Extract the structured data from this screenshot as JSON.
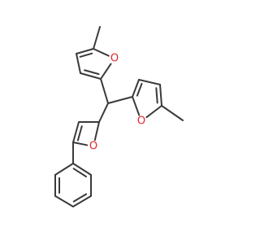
{
  "structure": {
    "bond_color": "#3a3a3a",
    "oxygen_color": "#e8232a",
    "atoms": [
      {
        "element": "C",
        "label": ""
      },
      {
        "element": "C",
        "label": ""
      },
      {
        "element": "C",
        "label": ""
      },
      {
        "element": "C",
        "label": ""
      },
      {
        "element": "O",
        "label": "O"
      },
      {
        "element": "C",
        "label": ""
      },
      {
        "element": "C",
        "label": ""
      },
      {
        "element": "C",
        "label": ""
      },
      {
        "element": "C",
        "label": ""
      },
      {
        "element": "C",
        "label": ""
      },
      {
        "element": "O",
        "label": "O"
      },
      {
        "element": "C",
        "label": ""
      },
      {
        "element": "C",
        "label": ""
      },
      {
        "element": "C",
        "label": ""
      },
      {
        "element": "C",
        "label": ""
      },
      {
        "element": "O",
        "label": "O"
      },
      {
        "element": "C",
        "label": ""
      },
      {
        "element": "C",
        "label": ""
      },
      {
        "element": "C",
        "label": ""
      },
      {
        "element": "C",
        "label": ""
      },
      {
        "element": "C",
        "label": ""
      },
      {
        "element": "C",
        "label": ""
      },
      {
        "element": "C",
        "label": ""
      }
    ],
    "bonds": [
      {
        "a": 0,
        "b": 1,
        "order": 1
      },
      {
        "a": 1,
        "b": 2,
        "order": 1
      },
      {
        "a": 2,
        "b": 3,
        "order": 2
      },
      {
        "a": 3,
        "b": 4,
        "order": 1
      },
      {
        "a": 4,
        "b": 5,
        "order": 1
      },
      {
        "a": 5,
        "b": 1,
        "order": 2
      },
      {
        "a": 6,
        "b": 7,
        "order": 1
      },
      {
        "a": 6,
        "b": 11,
        "order": 1
      },
      {
        "a": 6,
        "b": 12,
        "order": 1
      },
      {
        "a": 7,
        "b": 8,
        "order": 2
      },
      {
        "a": 8,
        "b": 9,
        "order": 1
      },
      {
        "a": 9,
        "b": 10,
        "order": 2
      },
      {
        "a": 10,
        "b": 11,
        "order": 1
      },
      {
        "a": 11,
        "b": 7,
        "order": 1
      },
      {
        "a": 12,
        "b": 13,
        "order": 1
      },
      {
        "a": 13,
        "b": 14,
        "order": 2
      },
      {
        "a": 14,
        "b": 15,
        "order": 1
      },
      {
        "a": 15,
        "b": 12,
        "order": 1
      },
      {
        "a": 14,
        "b": 16,
        "order": 1
      },
      {
        "a": 16,
        "b": 17,
        "order": 2
      },
      {
        "a": 17,
        "b": 18,
        "order": 1
      },
      {
        "a": 18,
        "b": 19,
        "order": 2
      },
      {
        "a": 19,
        "b": 20,
        "order": 1
      },
      {
        "a": 20,
        "b": 21,
        "order": 2
      },
      {
        "a": 21,
        "b": 16,
        "order": 1
      }
    ]
  }
}
